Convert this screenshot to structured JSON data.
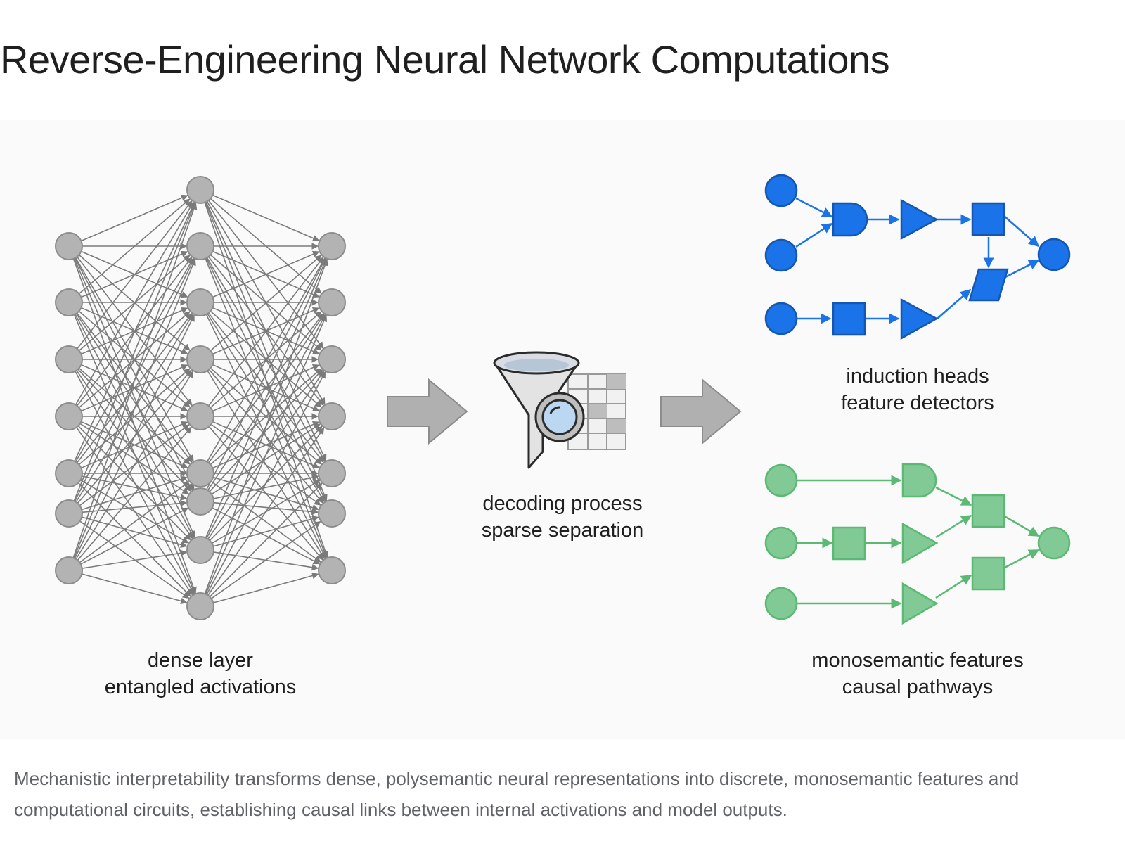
{
  "title": "Reverse-Engineering Neural Network Computations",
  "stages": {
    "dense": {
      "line1": "dense layer",
      "line2": "entangled activations"
    },
    "decoding": {
      "line1": "decoding process",
      "line2": "sparse separation"
    },
    "induction": {
      "line1": "induction heads",
      "line2": "feature detectors"
    },
    "monosemantic": {
      "line1": "monosemantic features",
      "line2": "causal pathways"
    }
  },
  "caption": "Mechanistic interpretability transforms dense, polysemantic neural representations into discrete, monosemantic features and computational circuits, establishing causal links between internal activations and model outputs.",
  "colors": {
    "node_gray": "#b3b3b3",
    "edge_gray": "#7a7a7a",
    "arrow_gray": "#b0b0b0",
    "blue_fill": "#1a73e8",
    "blue_stroke": "#1557b0",
    "green_fill": "#81c995",
    "green_stroke": "#5bb974",
    "text": "#1f1f1f",
    "caption": "#5f6368"
  },
  "icons": [
    "right-arrow-icon",
    "funnel-icon",
    "magnifier-icon",
    "grid-icon"
  ]
}
